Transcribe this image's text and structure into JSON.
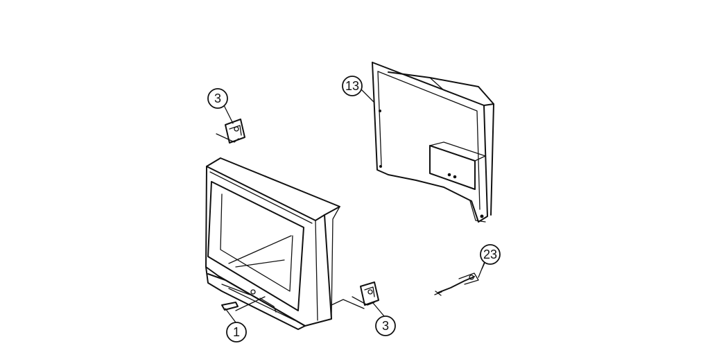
{
  "diagram": {
    "callouts": [
      {
        "id": "c1",
        "label": "1"
      },
      {
        "id": "c3a",
        "label": "3"
      },
      {
        "id": "c3b",
        "label": "3"
      },
      {
        "id": "c13",
        "label": "13"
      },
      {
        "id": "c23",
        "label": "23"
      }
    ]
  }
}
